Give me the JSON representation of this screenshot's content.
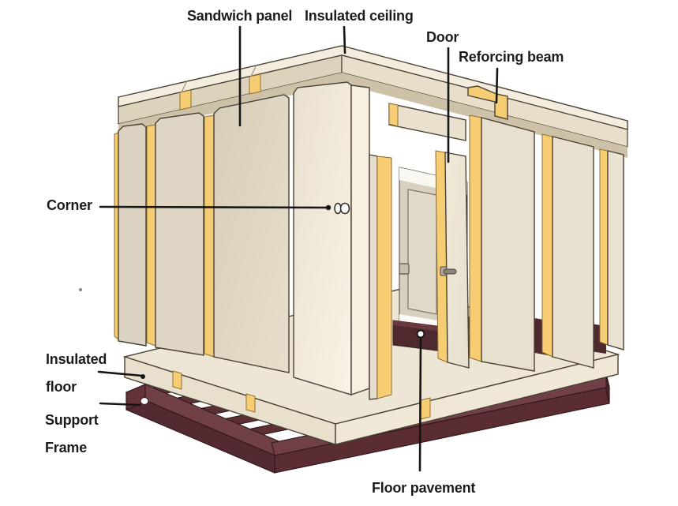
{
  "labels": {
    "sandwich_panel": "Sandwich panel",
    "insulated_ceiling": "Insulated ceiling",
    "door": "Door",
    "reforcing_beam": "Reforcing beam",
    "corner": "Corner",
    "insulated_floor_line1": "Insulated",
    "insulated_floor_line2": "floor",
    "support_frame_line1": "Support",
    "support_frame_line2": "Frame",
    "floor_pavement": "Floor pavement"
  },
  "colors": {
    "background": "#ffffff",
    "panel_face": "#ded5c5",
    "panel_bright": "#f6efe2",
    "ceiling_top": "#f4edde",
    "ceiling_fascia": "#e3d8c2",
    "insulation_yellow": "#f7cd74",
    "outline": "#4a4136",
    "support_frame": "#5d3036",
    "floor_pavement": "#4e2a2f",
    "label_text": "#1c1c1c",
    "leader_line": "#161616"
  }
}
